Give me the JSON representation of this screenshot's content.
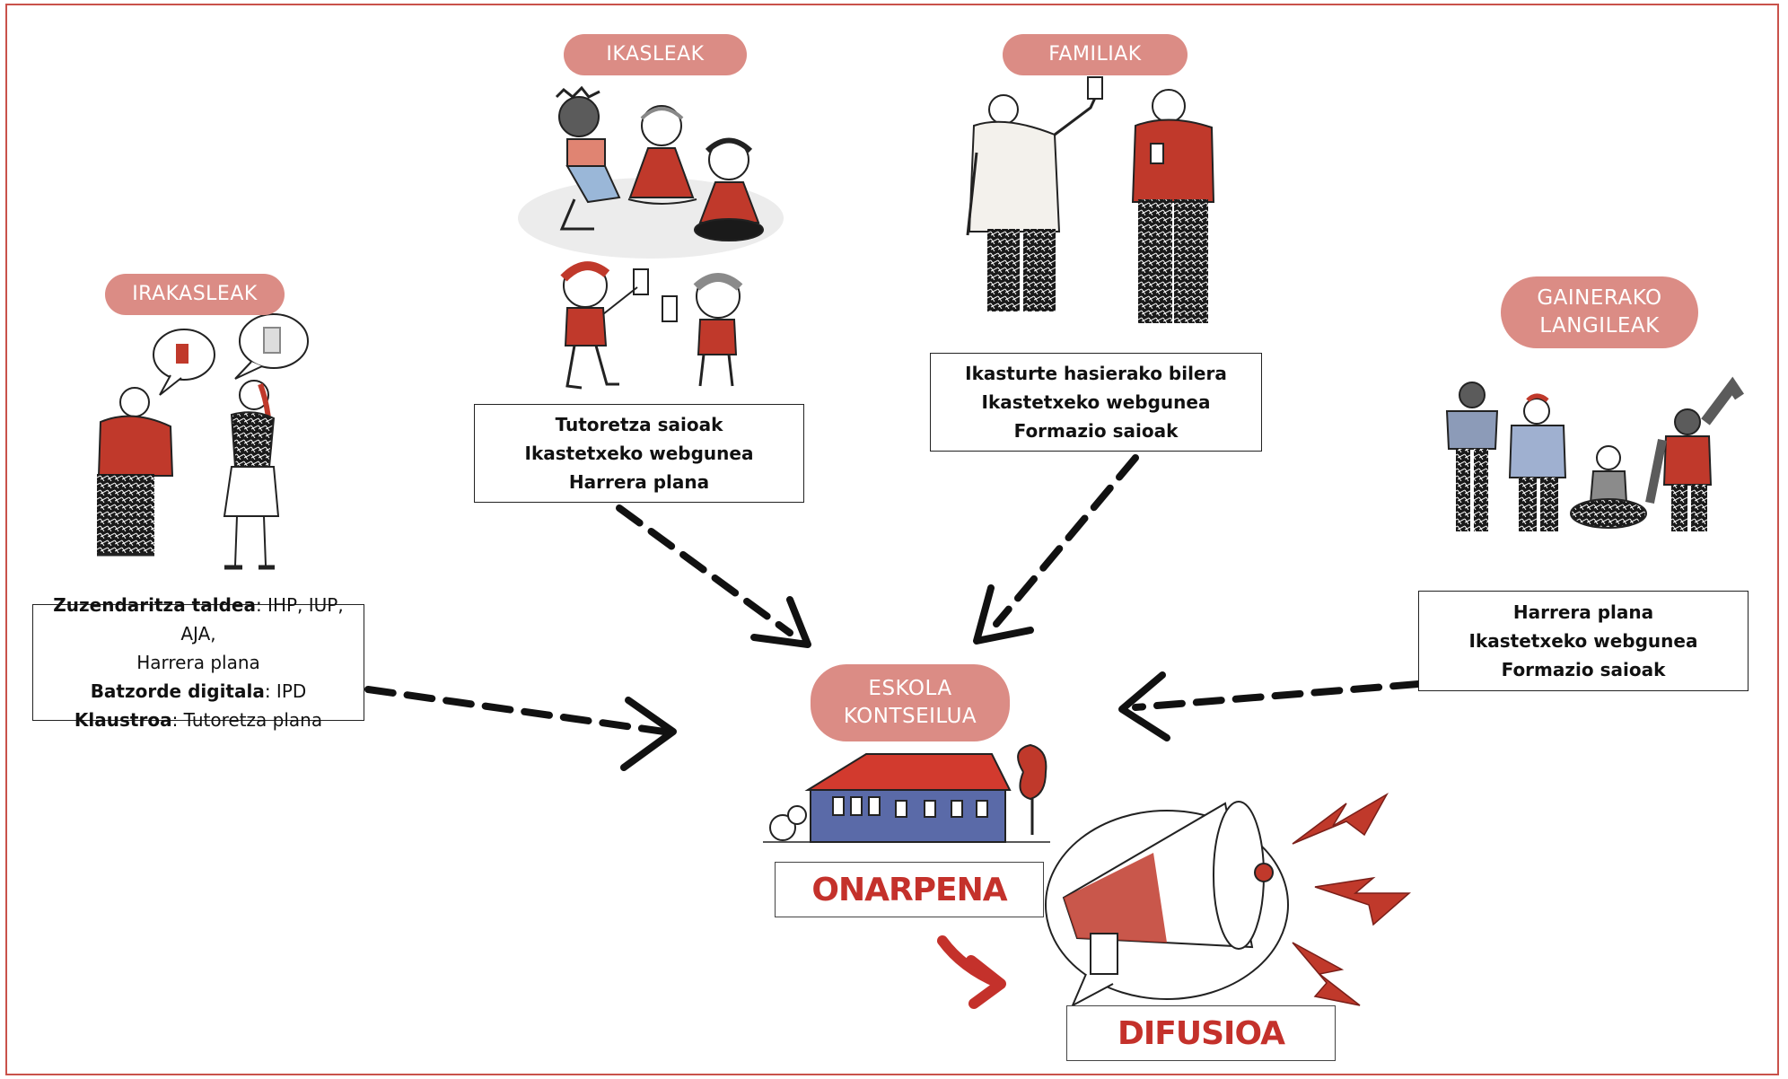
{
  "groups": {
    "irakasleak": {
      "label": "IRAKASLEAK",
      "lines": [
        {
          "bold": "Zuzendaritza taldea",
          "text": ": IHP, IUP, AJA,"
        },
        {
          "bold": "",
          "text": "Harrera plana"
        },
        {
          "bold": "Batzorde digitala",
          "text": ": IPD"
        },
        {
          "bold": "Klaustroa",
          "text": ": Tutoretza plana"
        }
      ]
    },
    "ikasleak": {
      "label": "IKASLEAK",
      "lines": [
        "Tutoretza saioak",
        "Ikastetxeko webgunea",
        "Harrera plana"
      ]
    },
    "familiak": {
      "label": "FAMILIAK",
      "lines": [
        "Ikasturte hasierako bilera",
        "Ikastetxeko webgunea",
        "Formazio saioak"
      ]
    },
    "gainerako": {
      "label": "GAINERAKO\nLANGILEAK",
      "lines": [
        "Harrera plana",
        "Ikastetxeko webgunea",
        "Formazio saioak"
      ]
    }
  },
  "center": {
    "label": "ESKOLA\nKONTSEILUA",
    "approval": "ONARPENA",
    "diffusion": "DIFUSIOA"
  },
  "colors": {
    "pill": "#db8c85",
    "accent": "#c4312b",
    "shirt": "#c0392b",
    "ink": "#111111"
  }
}
